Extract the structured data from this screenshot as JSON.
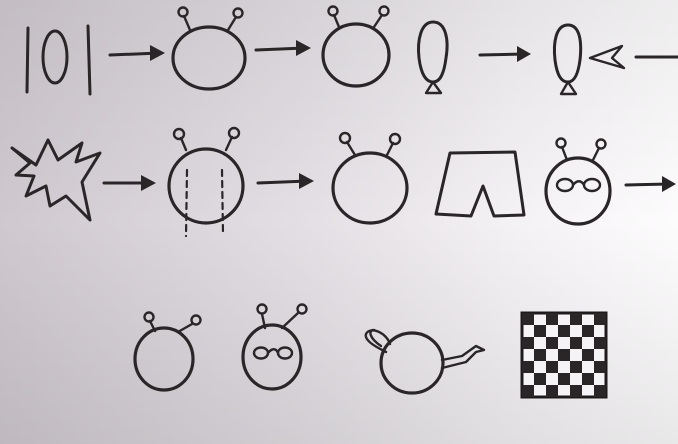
{
  "scene": {
    "paper_tint": "#e8e4e8",
    "ink_color": "#2a2628",
    "rows": [
      {
        "row": 1,
        "figures": [
          "bar-zero-bar-glyph",
          "arrow",
          "bug-head-with-antennae",
          "arrow",
          "bug-head-with-antennae",
          "balloon",
          "arrow",
          "balloon",
          "dart-pointing-left",
          "arrow-line"
        ]
      },
      {
        "row": 2,
        "figures": [
          "starburst-explosion",
          "arrow",
          "bug-head-with-dashed-lines",
          "arrow",
          "bug-head-with-antennae",
          "shorts",
          "bug-head-with-glasses",
          "arrow"
        ]
      },
      {
        "row": 3,
        "figures": [
          "bug-head-with-antennae",
          "bug-head-with-glasses",
          "teapot",
          "checkerboard"
        ]
      }
    ],
    "checkerboard": {
      "cells_per_side": 7
    }
  }
}
